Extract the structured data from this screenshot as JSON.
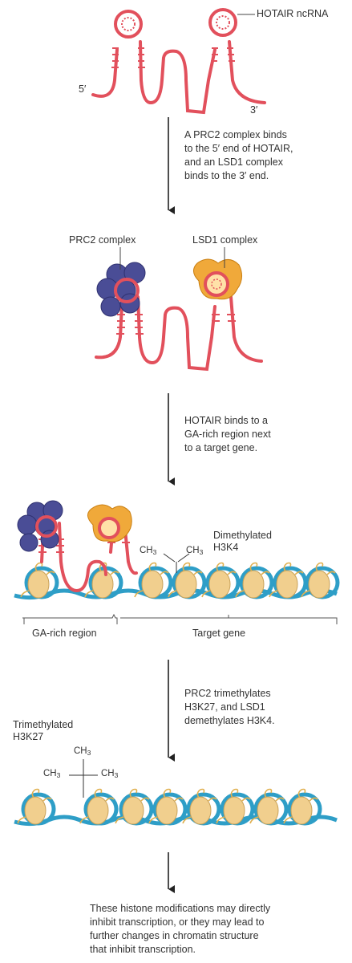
{
  "labels": {
    "hotair": "HOTAIR ncRNA",
    "five_prime": "5′",
    "three_prime": "3′",
    "prc2_complex": "PRC2 complex",
    "lsd1_complex": "LSD1 complex",
    "dimethylated": [
      "Dimethylated",
      "H3K4"
    ],
    "trimethylated": [
      "Trimethylated",
      "H3K27"
    ],
    "ga_rich": "GA-rich region",
    "target_gene": "Target gene"
  },
  "steps": [
    [
      "A PRC2 complex binds",
      "to the 5′ end of HOTAIR,",
      "and an LSD1 complex",
      "binds to the 3′ end."
    ],
    [
      "HOTAIR binds to a",
      "GA-rich region next",
      "to a target gene."
    ],
    [
      "PRC2 trimethylates",
      "H3K27, and LSD1",
      "demethylates H3K4."
    ]
  ],
  "conclusion": [
    "These histone modifications may directly",
    "inhibit transcription, or they may lead to",
    "further changes in chromatin structure",
    "that inhibit transcription."
  ],
  "chem": {
    "ch": "CH",
    "three": "3"
  },
  "colors": {
    "rna": "#e2505c",
    "prc2": "#4a4d96",
    "lsd1": "#f0a93a",
    "dna": "#2e9ec7",
    "histone": "#f1cf8e",
    "arrow": "#222222"
  }
}
